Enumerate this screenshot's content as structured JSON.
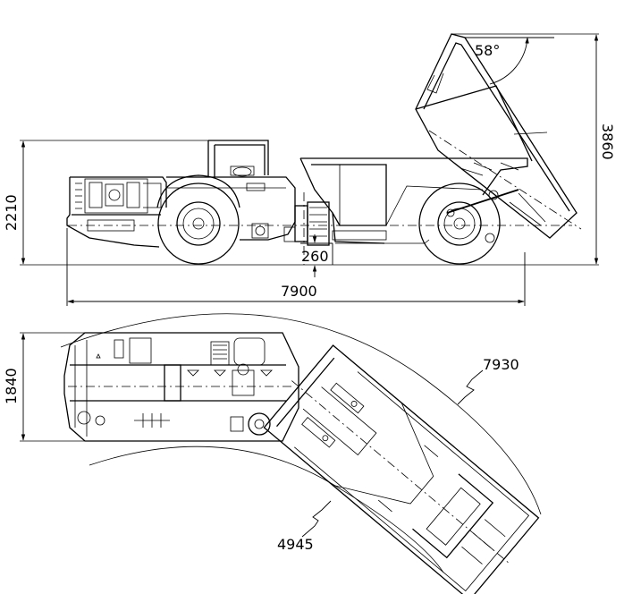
{
  "side_view": {
    "dim_height": "2210",
    "dim_dump_height": "3860",
    "dim_ground_clearance": "260",
    "dim_length": "7900",
    "dump_angle": "58°"
  },
  "top_view": {
    "dim_width": "1840",
    "dim_outer_turning_radius": "7930",
    "dim_inner_turning_radius": "4945"
  }
}
